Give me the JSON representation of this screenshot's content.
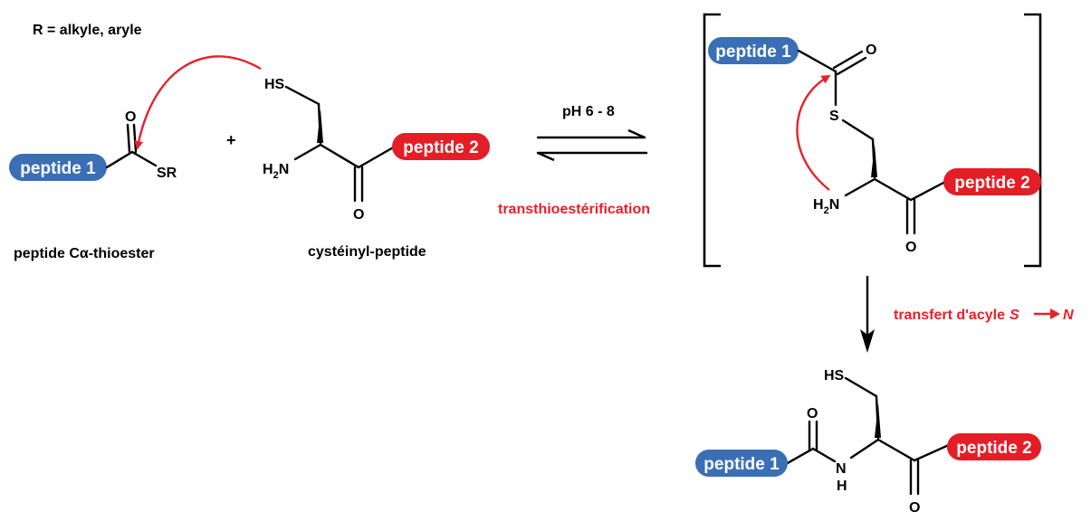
{
  "colors": {
    "peptide1_pill": "#3a6fb5",
    "peptide2_pill": "#e31e26",
    "mechanism_red": "#e8202a"
  },
  "labels": {
    "r_definition": "R = alkyle, aryle",
    "plus": "+",
    "peptide1": "peptide 1",
    "peptide2": "peptide 2",
    "thioester_name": "peptide Cα-thioester",
    "cysteinyl_name": "cystéinyl-peptide",
    "conditions": "pH 6 - 8",
    "transthio": "transthioestérification",
    "acyl_transfer": "transfert d'acyle",
    "acyl_from": "S",
    "acyl_to": "N"
  },
  "atoms": {
    "O": "O",
    "SR": "SR",
    "HS": "HS",
    "S": "S",
    "H2N_H": "H",
    "H2N_sub": "2",
    "H2N_N": "N",
    "NH_N": "N",
    "NH_H": "H"
  }
}
